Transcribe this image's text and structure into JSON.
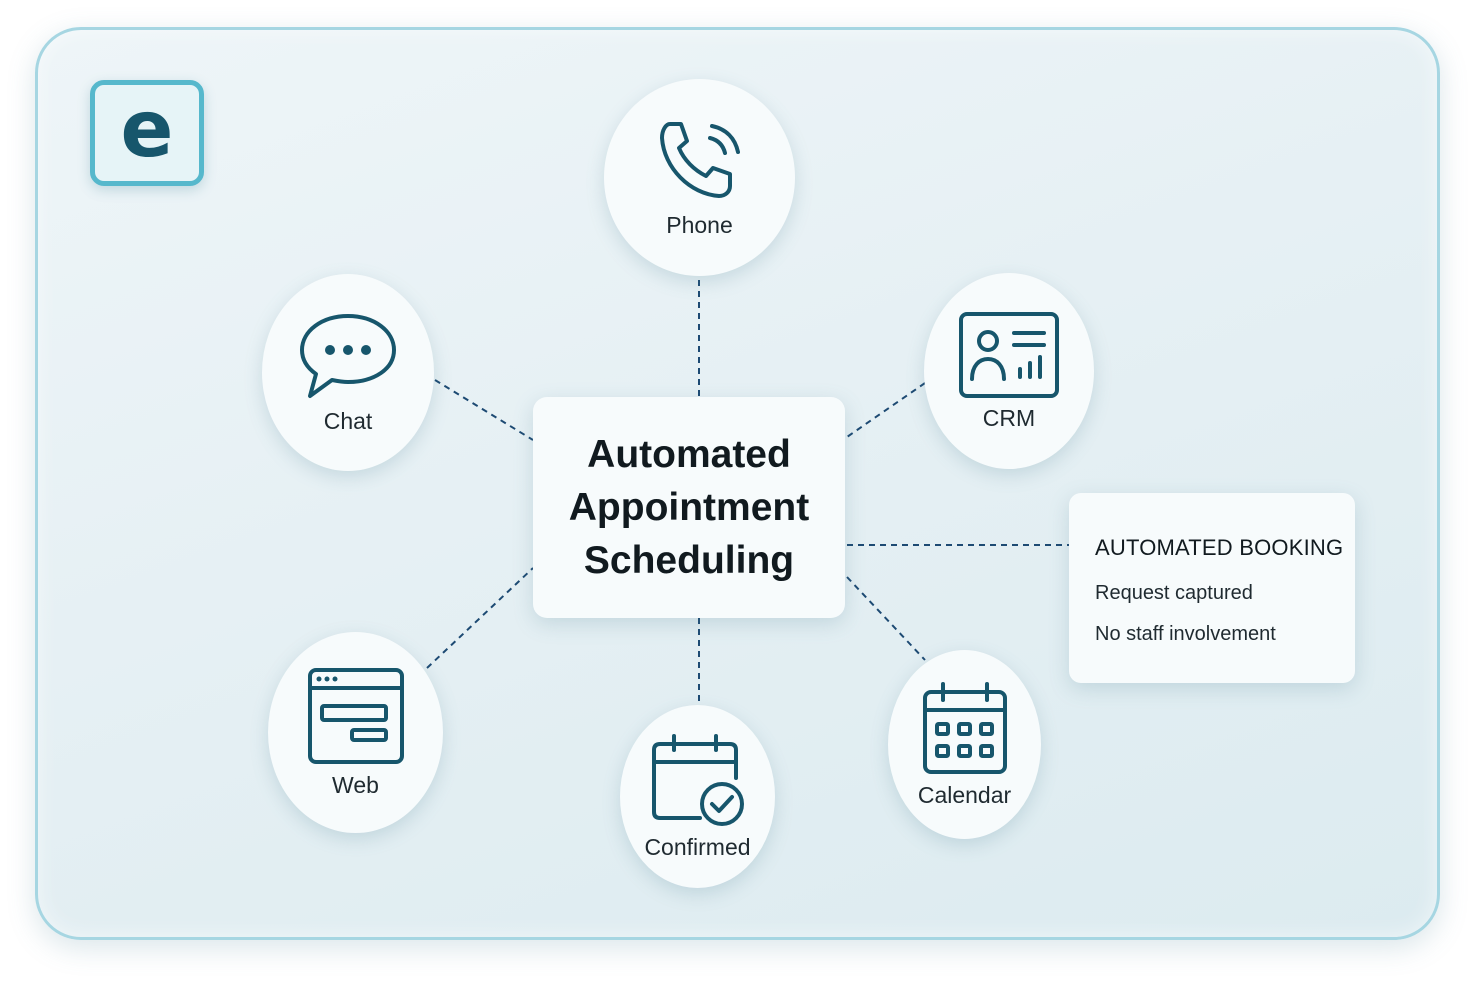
{
  "logo": {
    "letter": "e"
  },
  "hub": {
    "title_lines": [
      "Automated",
      "Appointment",
      "Scheduling"
    ]
  },
  "nodes": {
    "phone": {
      "label": "Phone",
      "icon": "phone-icon"
    },
    "chat": {
      "label": "Chat",
      "icon": "chat-bubble-icon"
    },
    "crm": {
      "label": "CRM",
      "icon": "crm-contact-card-icon"
    },
    "web": {
      "label": "Web",
      "icon": "browser-window-icon"
    },
    "confirmed": {
      "label": "Confirmed",
      "icon": "calendar-check-icon"
    },
    "calendar": {
      "label": "Calendar",
      "icon": "calendar-icon"
    }
  },
  "booking_card": {
    "heading": "AUTOMATED BOOKING",
    "lines": [
      "Request captured",
      "No staff involvement"
    ]
  },
  "colors": {
    "icon_stroke": "#17566c",
    "connector": "#1d4a73",
    "frame_border": "#a6d6e2",
    "logo_border": "#56b8cc"
  }
}
